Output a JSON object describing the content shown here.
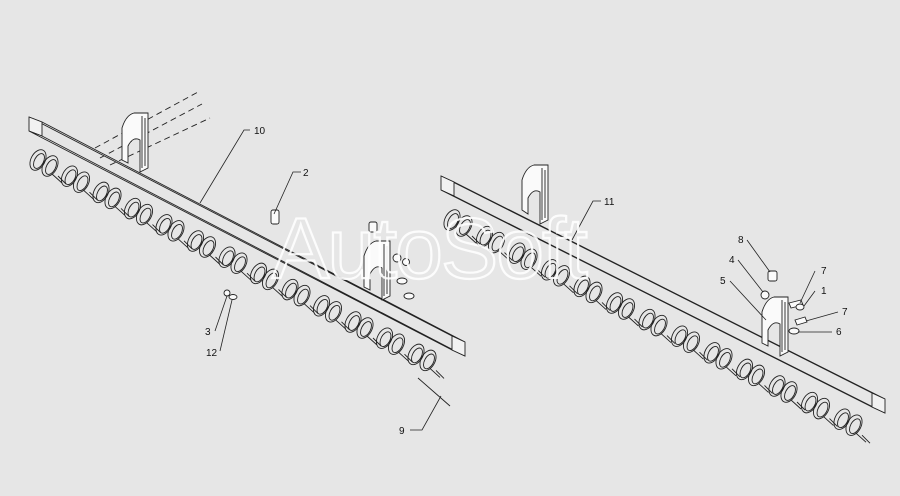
{
  "diagram": {
    "background_color": "#e6e6e6",
    "line_color": "#222222",
    "watermark": "AutoSoft",
    "callouts": {
      "c10": "10",
      "c2": "2",
      "c3": "3",
      "c12": "12",
      "c9": "9",
      "c11": "11",
      "c8": "8",
      "c4": "4",
      "c7a": "7",
      "c5": "5",
      "c1": "1",
      "c7b": "7",
      "c6": "6"
    }
  }
}
